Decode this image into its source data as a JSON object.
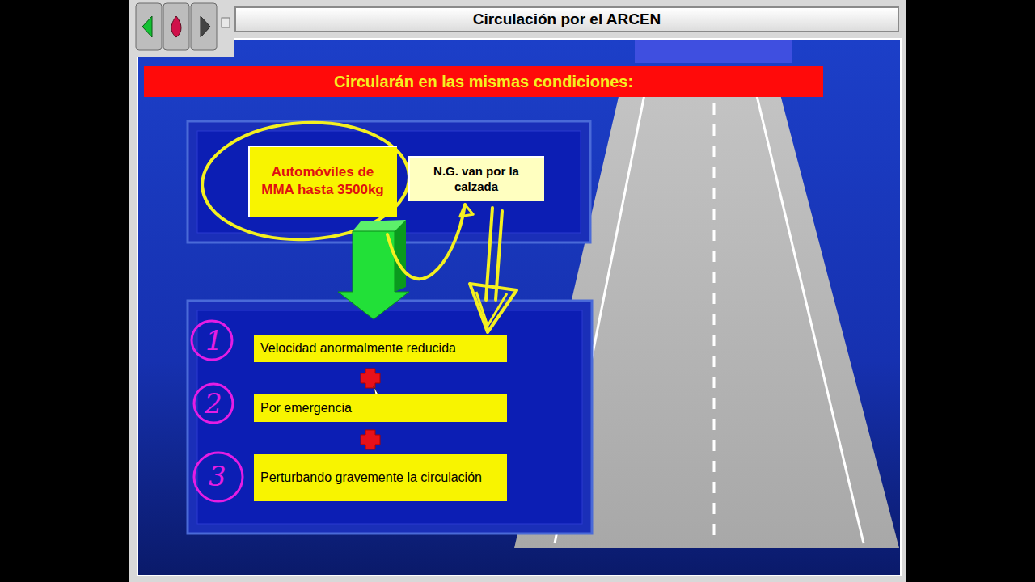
{
  "diagram": {
    "title": "Circulación por el ARCEN",
    "nodes": [
      {
        "text": [
          "Circularán en las mismas condiciones:"
        ]
      },
      {
        "text": [
          "Automóviles de MMA hasta 3500kg"
        ]
      },
      {
        "text": [
          "N.G. van por la calzada"
        ]
      },
      {
        "text": [
          "Velocidad anormalmente reducida"
        ]
      },
      {
        "text": [
          "Por emergencia"
        ]
      },
      {
        "text": [
          "Perturbando gravemente la circulación"
        ]
      }
    ],
    "edges": [
      {
        "from": 1,
        "to": 3,
        "arrow": "to"
      },
      {
        "from": 1,
        "to": 2,
        "arrow": "to"
      },
      {
        "from": 2,
        "to": 3,
        "arrow": "to"
      }
    ],
    "labels": [
      "1",
      "2",
      "3"
    ]
  }
}
